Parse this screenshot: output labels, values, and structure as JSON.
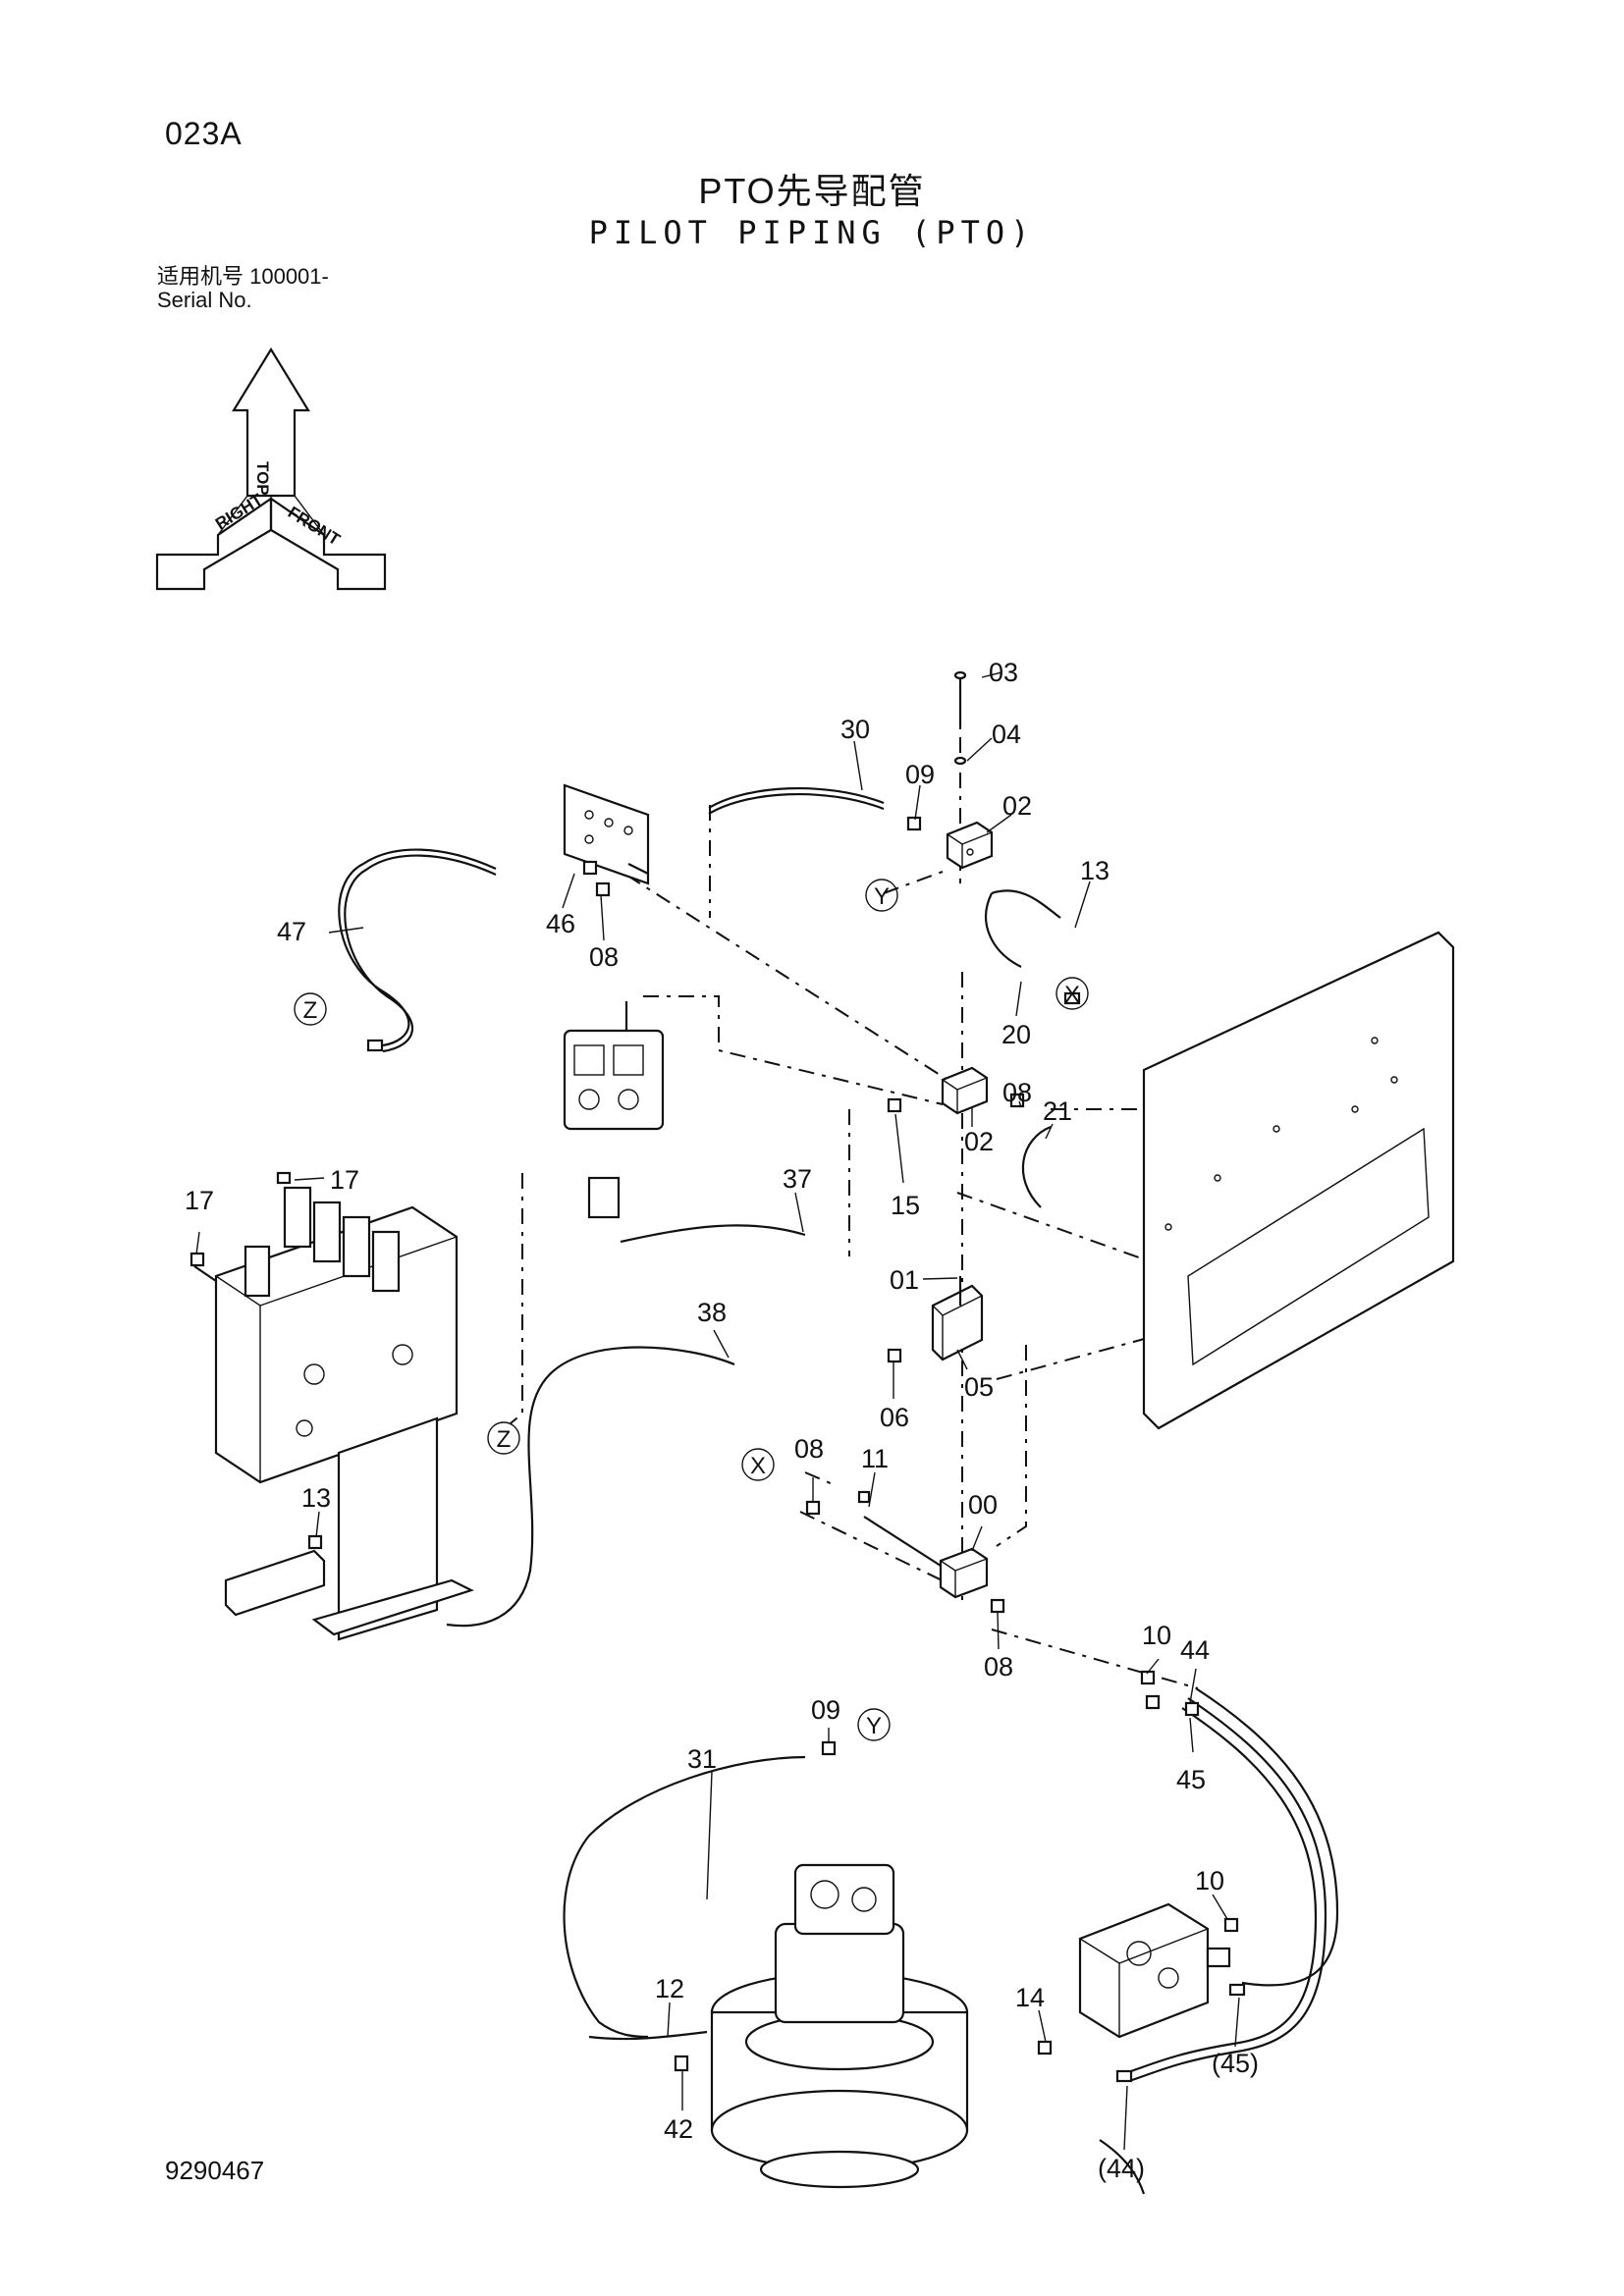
{
  "header": {
    "page_code": "023A",
    "title_cn": "PTO先导配管",
    "title_en": "PILOT PIPING (PTO)",
    "serial_cn": "适用机号 100001-",
    "serial_en": "Serial No."
  },
  "orientation": {
    "top": "TOP",
    "front": "FRONT",
    "right": "RIGHT"
  },
  "footer": {
    "drawing_no": "9290467"
  },
  "part_labels": {
    "p03": "03",
    "p04": "04",
    "p30": "30",
    "p09a": "09",
    "p02a": "02",
    "p13a": "13",
    "p47": "47",
    "p46": "46",
    "p08a": "08",
    "p20": "20",
    "p08b": "08",
    "p21": "21",
    "p02b": "02",
    "p15": "15",
    "p37": "37",
    "p17a": "17",
    "p17b": "17",
    "p01": "01",
    "p05": "05",
    "p06": "06",
    "p38": "38",
    "p08c": "08",
    "p11": "11",
    "p00": "00",
    "p13b": "13",
    "p08d": "08",
    "p10a": "10",
    "p44": "44",
    "p45": "45",
    "p09b": "09",
    "p31": "31",
    "p10b": "10",
    "p12": "12",
    "p14": "14",
    "p45p": "(45)",
    "p42": "42",
    "p44p": "(44)"
  },
  "ref_marks": {
    "y1": "Y",
    "x1": "X",
    "z1": "Z",
    "z2": "Z",
    "x2": "X",
    "y2": "Y"
  }
}
